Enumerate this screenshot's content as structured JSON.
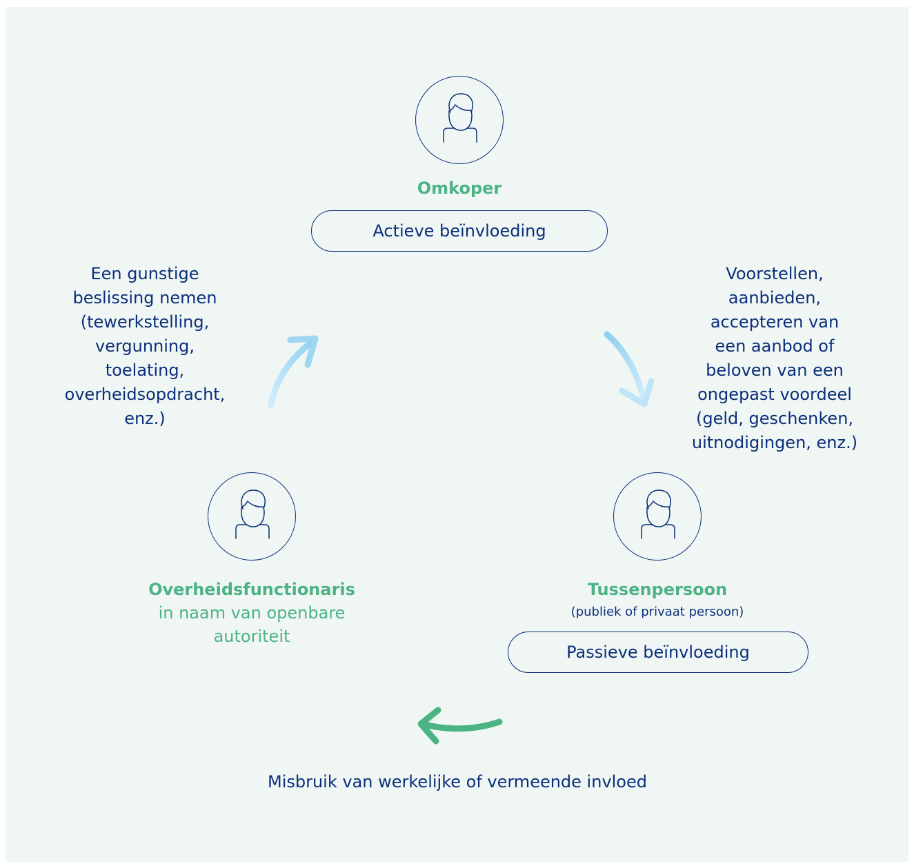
{
  "nodes": {
    "briber": {
      "name": "Omkoper",
      "pill": "Actieve beïnvloeding"
    },
    "official": {
      "name": "Overheidsfunctionaris",
      "subtitle": "in naam van openbare autoriteit"
    },
    "intermediary": {
      "name": "Tussenpersoon",
      "note": "(publiek of privaat persoon)",
      "pill": "Passieve beïnvloeding"
    }
  },
  "edges": {
    "left": "Een gunstige\nbeslissing nemen\n(tewerkstelling,\nvergunning,\ntoelating,\noverheidsopdracht,\nenz.)",
    "right": "Voorstellen,\naanbieden,\naccepteren van\neen aanbod of\nbeloven van een\nongepast voordeel\n(geld, geschenken,\nuitnodigingen, enz.)",
    "bottom": "Misbruik van werkelijke of vermeende invloed"
  },
  "colors": {
    "background": "#f0f6f4",
    "navy": "#0a2f7a",
    "green": "#4cb385",
    "light_blue": "#b7e0f5"
  },
  "icons": {
    "person": "person-icon",
    "arrow_up_right": "curved-arrow-icon",
    "arrow_down_right": "curved-arrow-icon",
    "arrow_left": "curved-arrow-left-icon"
  }
}
